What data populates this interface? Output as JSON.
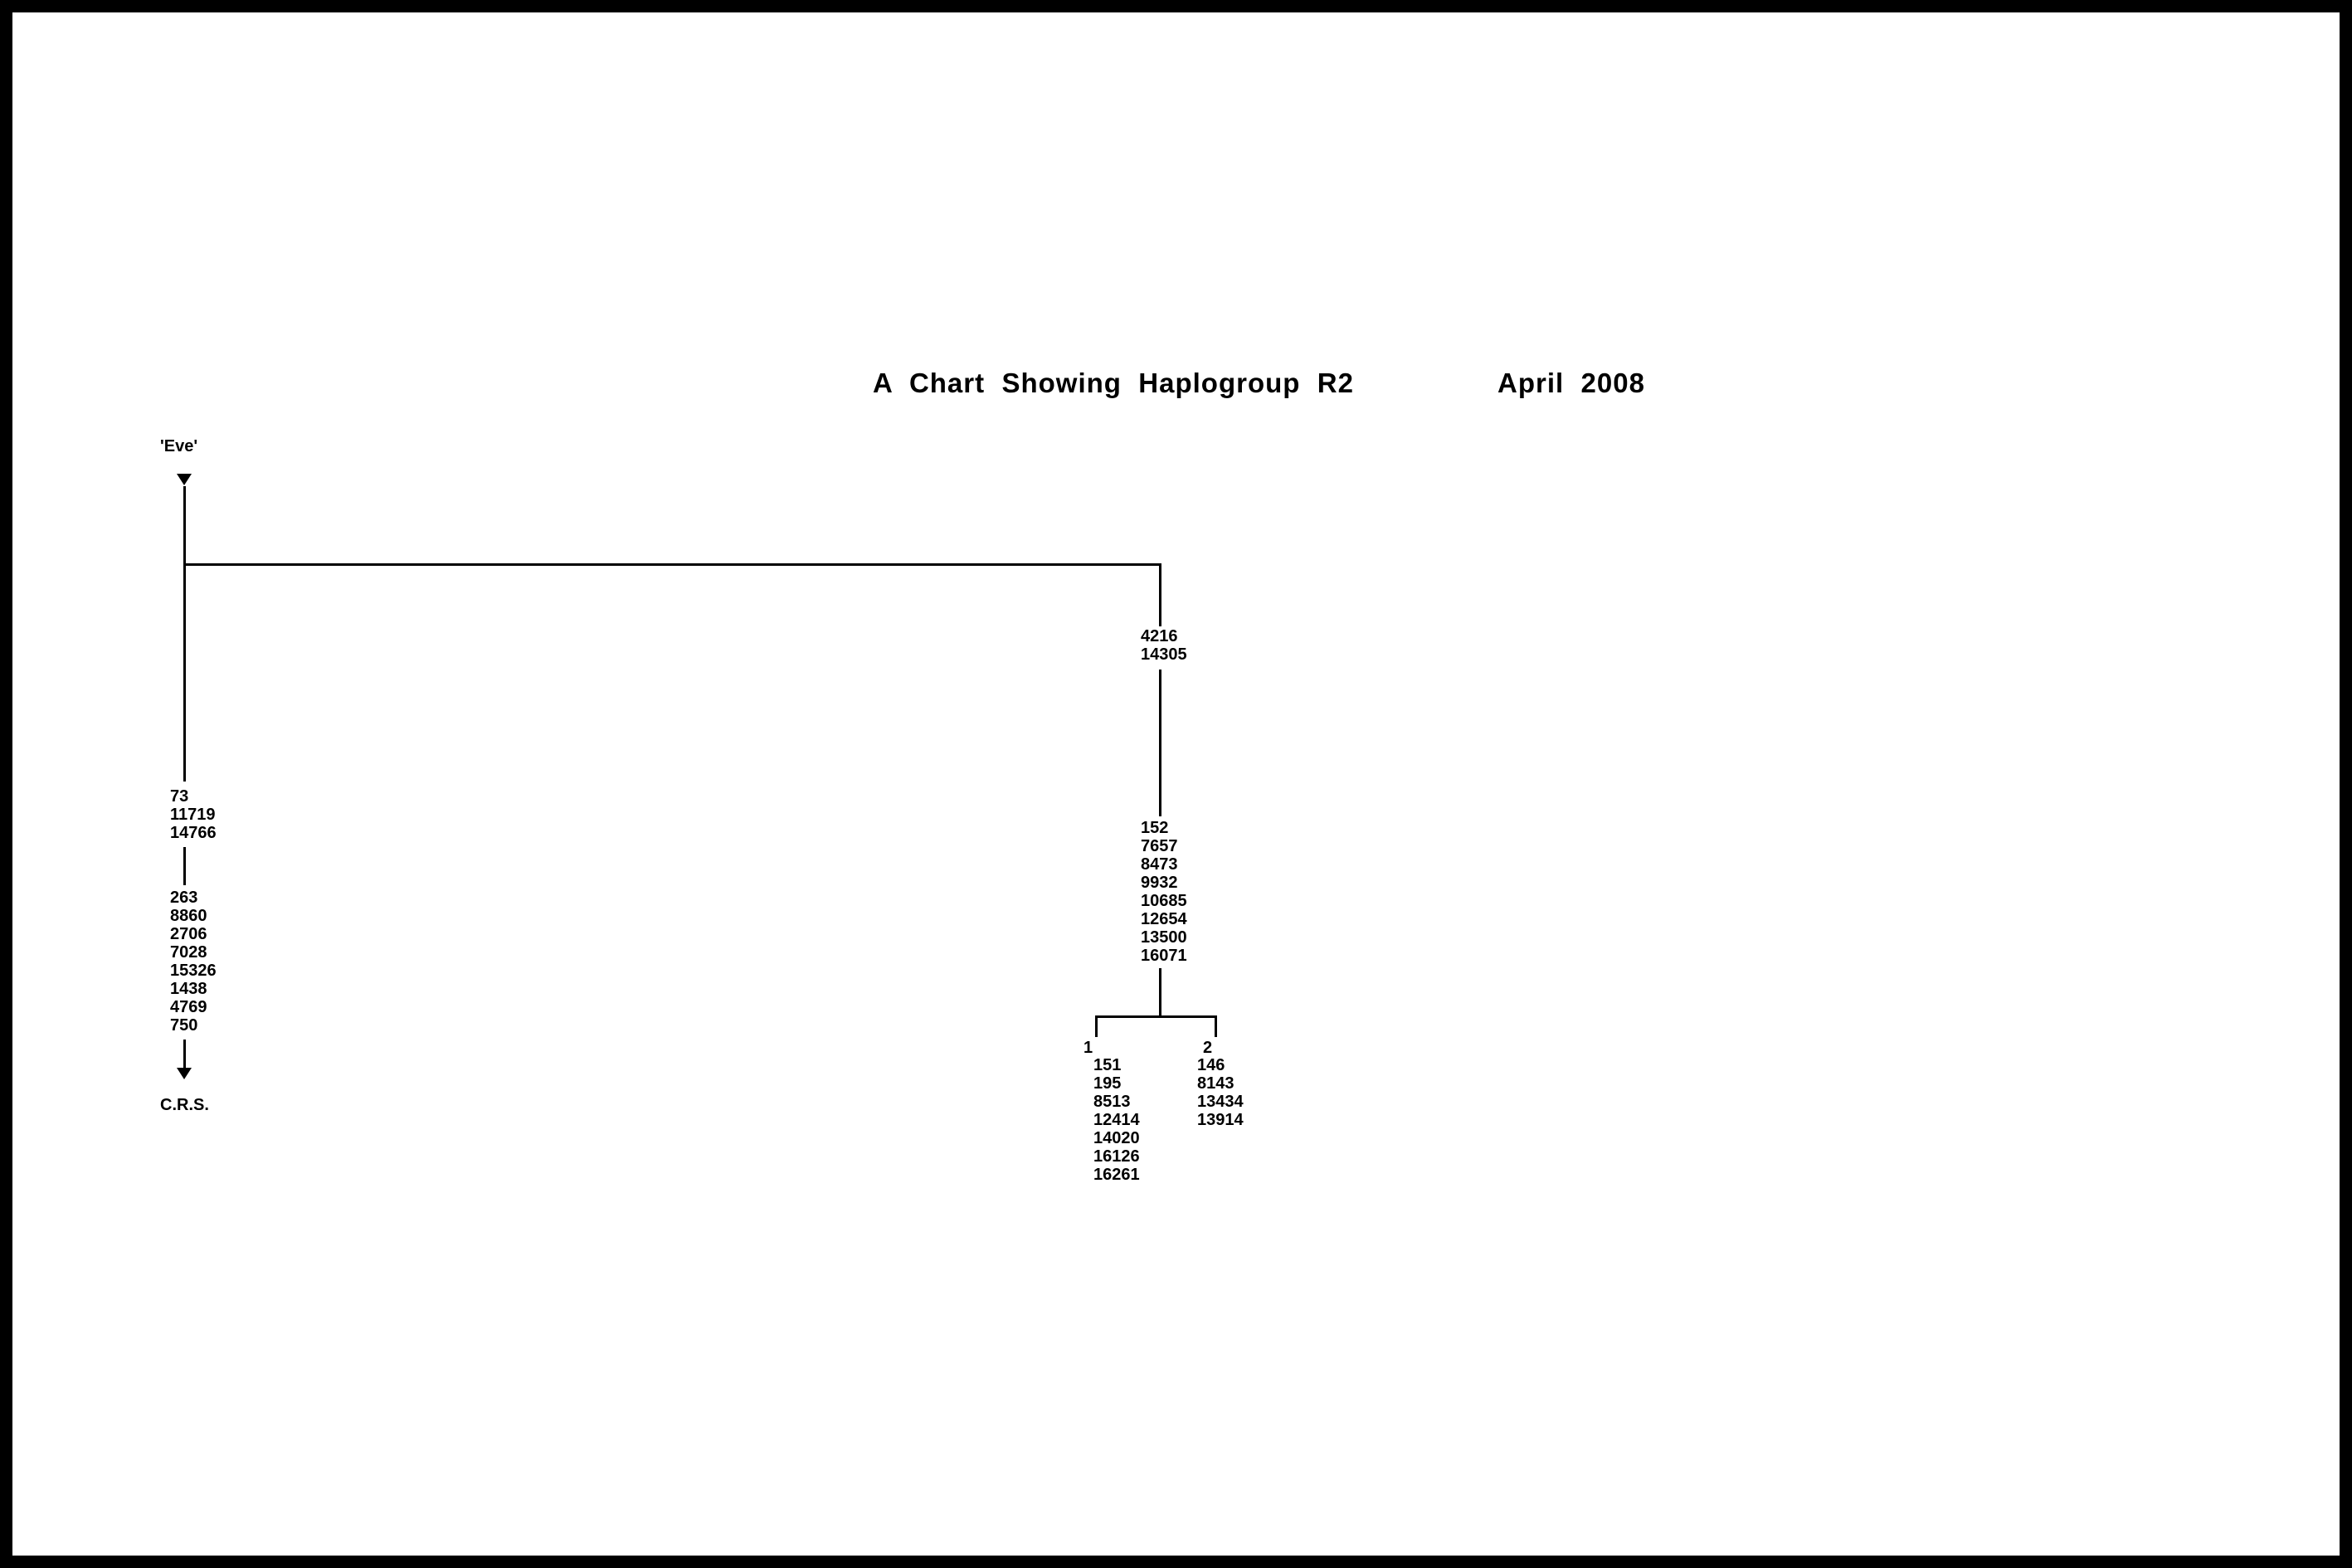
{
  "header": {
    "title": "A  Chart  Showing  Haplogroup  R2",
    "date": "April  2008"
  },
  "tree": {
    "root_label": "'Eve'",
    "crs_label": "C.R.S.",
    "left_branch": {
      "mutations1": [
        "73",
        "11719",
        "14766"
      ],
      "mutations2": [
        "263",
        "8860",
        "2706",
        "7028",
        "15326",
        "1438",
        "4769",
        "750"
      ]
    },
    "right_branch": {
      "mutations1": [
        "4216",
        "14305"
      ],
      "mutations2": [
        "152",
        "7657",
        "8473",
        "9932",
        "10685",
        "12654",
        "13500",
        "16071"
      ],
      "children": [
        {
          "label": "1",
          "mutations": [
            "151",
            "195",
            "8513",
            "12414",
            "14020",
            "16126",
            "16261"
          ]
        },
        {
          "label": "2",
          "mutations": [
            "146",
            "8143",
            "13434",
            "13914"
          ]
        }
      ]
    }
  }
}
